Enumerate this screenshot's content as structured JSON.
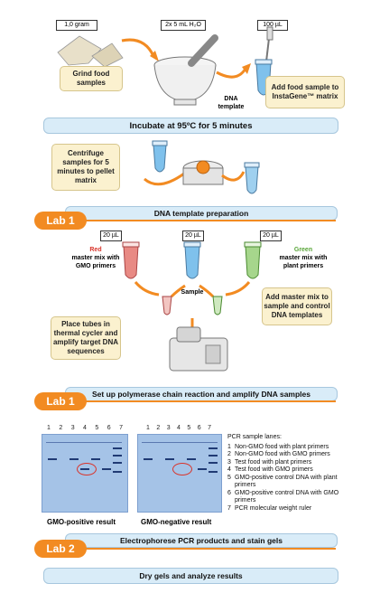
{
  "labels": {
    "gram": "1,0 gram",
    "water": "2x 5 mL H₂O",
    "ul100": "100 µL",
    "ul20a": "20 µL",
    "ul20b": "20 µL",
    "ul20c": "20 µL"
  },
  "steps": {
    "grind": "Grind food samples",
    "add_sample": "Add food sample to InstaGene™ matrix",
    "dna_template": "DNA template",
    "incubate": "Incubate at 95ºC for 5 minutes",
    "centrifuge": "Centrifuge samples for 5 minutes to pellet matrix",
    "template_prep": "DNA template preparation",
    "red_mix_1": "Red",
    "red_mix_2": "master mix with GMO primers",
    "green_mix_1": "Green",
    "green_mix_2": "master mix with plant primers",
    "sample": "Sample",
    "add_master": "Add master mix to sample and control DNA templates",
    "thermal": "Place tubes in thermal cycler and amplify target DNA sequences",
    "pcr_setup": "Set up polymerase chain reaction and amplify DNA samples",
    "electrophorese": "Electrophorese PCR products and stain gels",
    "dry": "Dry gels and analyze results"
  },
  "labs": [
    "Lab 1",
    "Lab 1",
    "Lab 2"
  ],
  "gels": {
    "lanes": [
      "1",
      "2",
      "3",
      "4",
      "5",
      "6",
      "7"
    ],
    "positive_caption": "GMO-positive result",
    "negative_caption": "GMO-negative result"
  },
  "legend": {
    "title": "PCR sample lanes:",
    "items": [
      {
        "n": "1",
        "text": "Non-GMO food with plant primers"
      },
      {
        "n": "2",
        "text": "Non-GMO food with GMO primers"
      },
      {
        "n": "3",
        "text": "Test food with plant primers"
      },
      {
        "n": "4",
        "text": "Test food with GMO primers"
      },
      {
        "n": "5",
        "text": "GMO-positive control DNA with plant primers"
      },
      {
        "n": "6",
        "text": "GMO-positive control DNA with GMO primers"
      },
      {
        "n": "7",
        "text": "PCR molecular weight ruler"
      }
    ]
  },
  "colors": {
    "orange": "#f28b22",
    "banner": "#d9ecf8",
    "tan": "#fbf1cf",
    "gel": "#a5c3e7",
    "red": "#d9342b",
    "green": "#5aa63a",
    "blue": "#4aa3de"
  }
}
